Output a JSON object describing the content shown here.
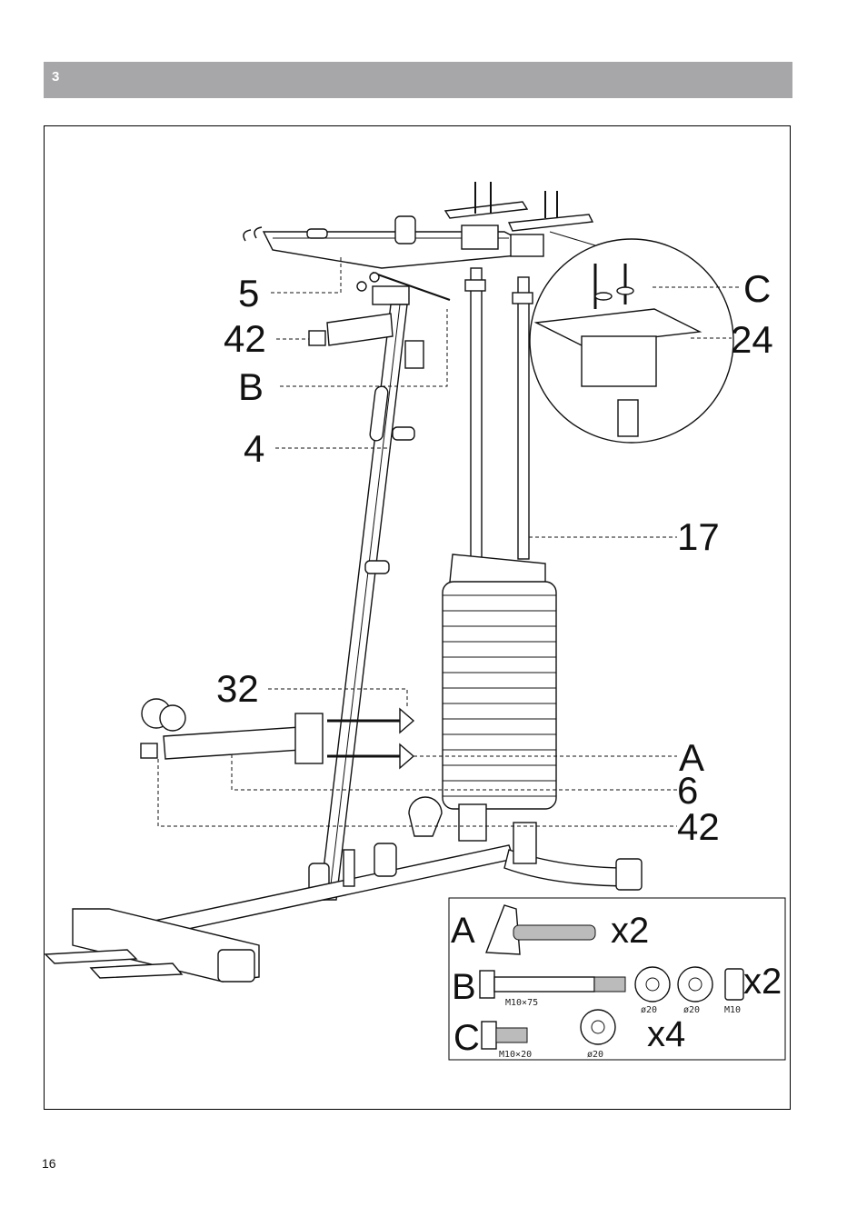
{
  "step": {
    "number": "3"
  },
  "page_number": "16",
  "callouts": {
    "c5": "5",
    "c42_top": "42",
    "cB": "B",
    "c4": "4",
    "c32": "32",
    "cC": "C",
    "c24": "24",
    "c17": "17",
    "cA": "A",
    "c6": "6",
    "c42_bottom": "42"
  },
  "hardware": {
    "a": {
      "letter": "A",
      "qty": "x2"
    },
    "b": {
      "letter": "B",
      "qty": "x2",
      "bolt_size": "M10×75",
      "washer1": "ø20",
      "washer2": "ø20",
      "nut": "M10"
    },
    "c": {
      "letter": "C",
      "qty": "x4",
      "bolt_size": "M10×20",
      "washer": "ø20"
    }
  }
}
